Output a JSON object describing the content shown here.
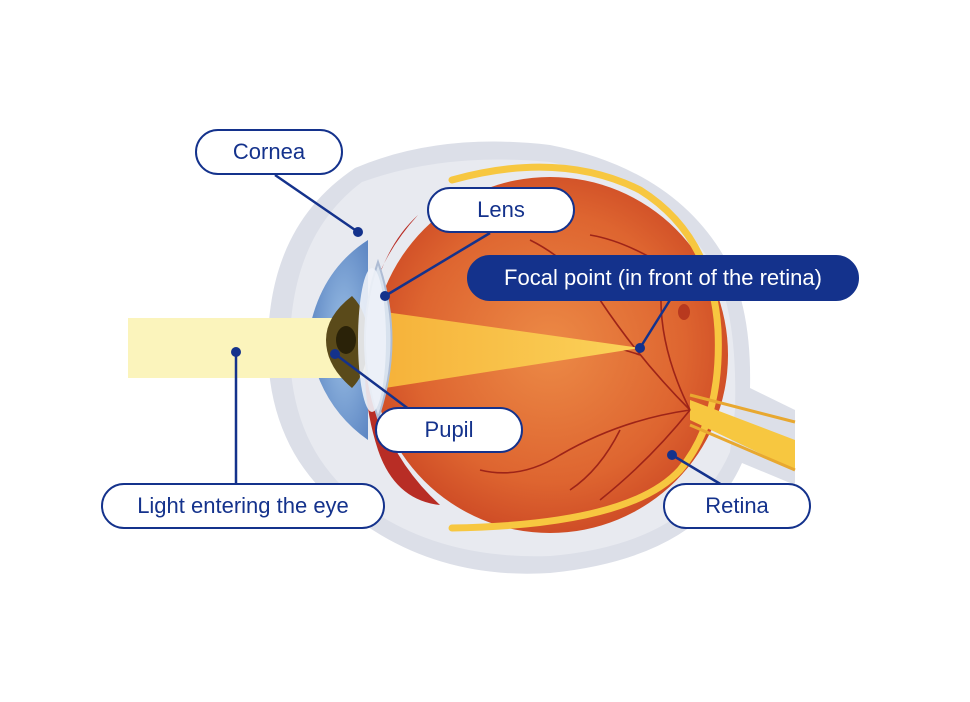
{
  "colors": {
    "label_border": "#14328c",
    "label_text": "#14328c",
    "highlight_label_bg": "#14328c",
    "highlight_label_text": "#ffffff",
    "sclera_outer": "#dcdfe8",
    "eyeball": "#d9572a",
    "retina_line": "#f7c740",
    "light_beam": "#fbf4bc"
  },
  "labels": {
    "cornea": "Cornea",
    "lens": "Lens",
    "focal_point": "Focal point (in front of the retina)",
    "pupil": "Pupil",
    "light": "Light entering the eye",
    "retina": "Retina"
  }
}
